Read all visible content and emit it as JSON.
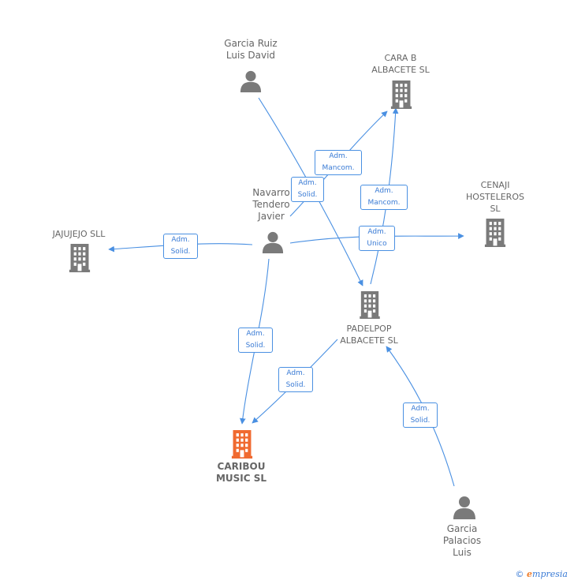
{
  "colors": {
    "edge": "#4a90e2",
    "node": "#7a7a7a",
    "main": "#f06a30"
  },
  "nodes": {
    "garcia_ruiz": {
      "label": [
        "Garcia Ruiz",
        "Luis David"
      ],
      "icon": "person-icon"
    },
    "cara_b": {
      "label": [
        "CARA B",
        "ALBACETE  SL"
      ],
      "icon": "building-icon"
    },
    "cenaji": {
      "label": [
        "CENAJI",
        "HOSTELEROS",
        "SL"
      ],
      "icon": "building-icon"
    },
    "navarro": {
      "label": [
        "Navarro",
        "Tendero",
        "Javier"
      ],
      "icon": "person-icon"
    },
    "jajujejo": {
      "label": [
        "JAJUJEJO SLL"
      ],
      "icon": "building-icon"
    },
    "padelpop": {
      "label": [
        "PADELPOP",
        "ALBACETE SL"
      ],
      "icon": "building-icon"
    },
    "caribou": {
      "label": [
        "CARIBOU",
        "MUSIC  SL"
      ],
      "icon": "building-icon"
    },
    "garcia_palacios": {
      "label": [
        "Garcia",
        "Palacios",
        "Luis"
      ],
      "icon": "person-icon"
    }
  },
  "edge_labels": {
    "navarro_cara_b": [
      "Adm.",
      "Mancom."
    ],
    "garcia_ruiz_padelpop": [
      "Adm.",
      "Solid."
    ],
    "padelpop_cara_b": [
      "Adm.",
      "Mancom."
    ],
    "navarro_cenaji": [
      "Adm.",
      "Unico"
    ],
    "navarro_jajujejo": [
      "Adm.",
      "Solid."
    ],
    "navarro_caribou": [
      "Adm.",
      "Solid."
    ],
    "padelpop_caribou": [
      "Adm.",
      "Solid."
    ],
    "garcia_palacios_padelpop": [
      "Adm.",
      "Solid."
    ]
  },
  "footer": {
    "copyright": "©",
    "brand_e": "e",
    "brand_rest": "mpresia"
  }
}
